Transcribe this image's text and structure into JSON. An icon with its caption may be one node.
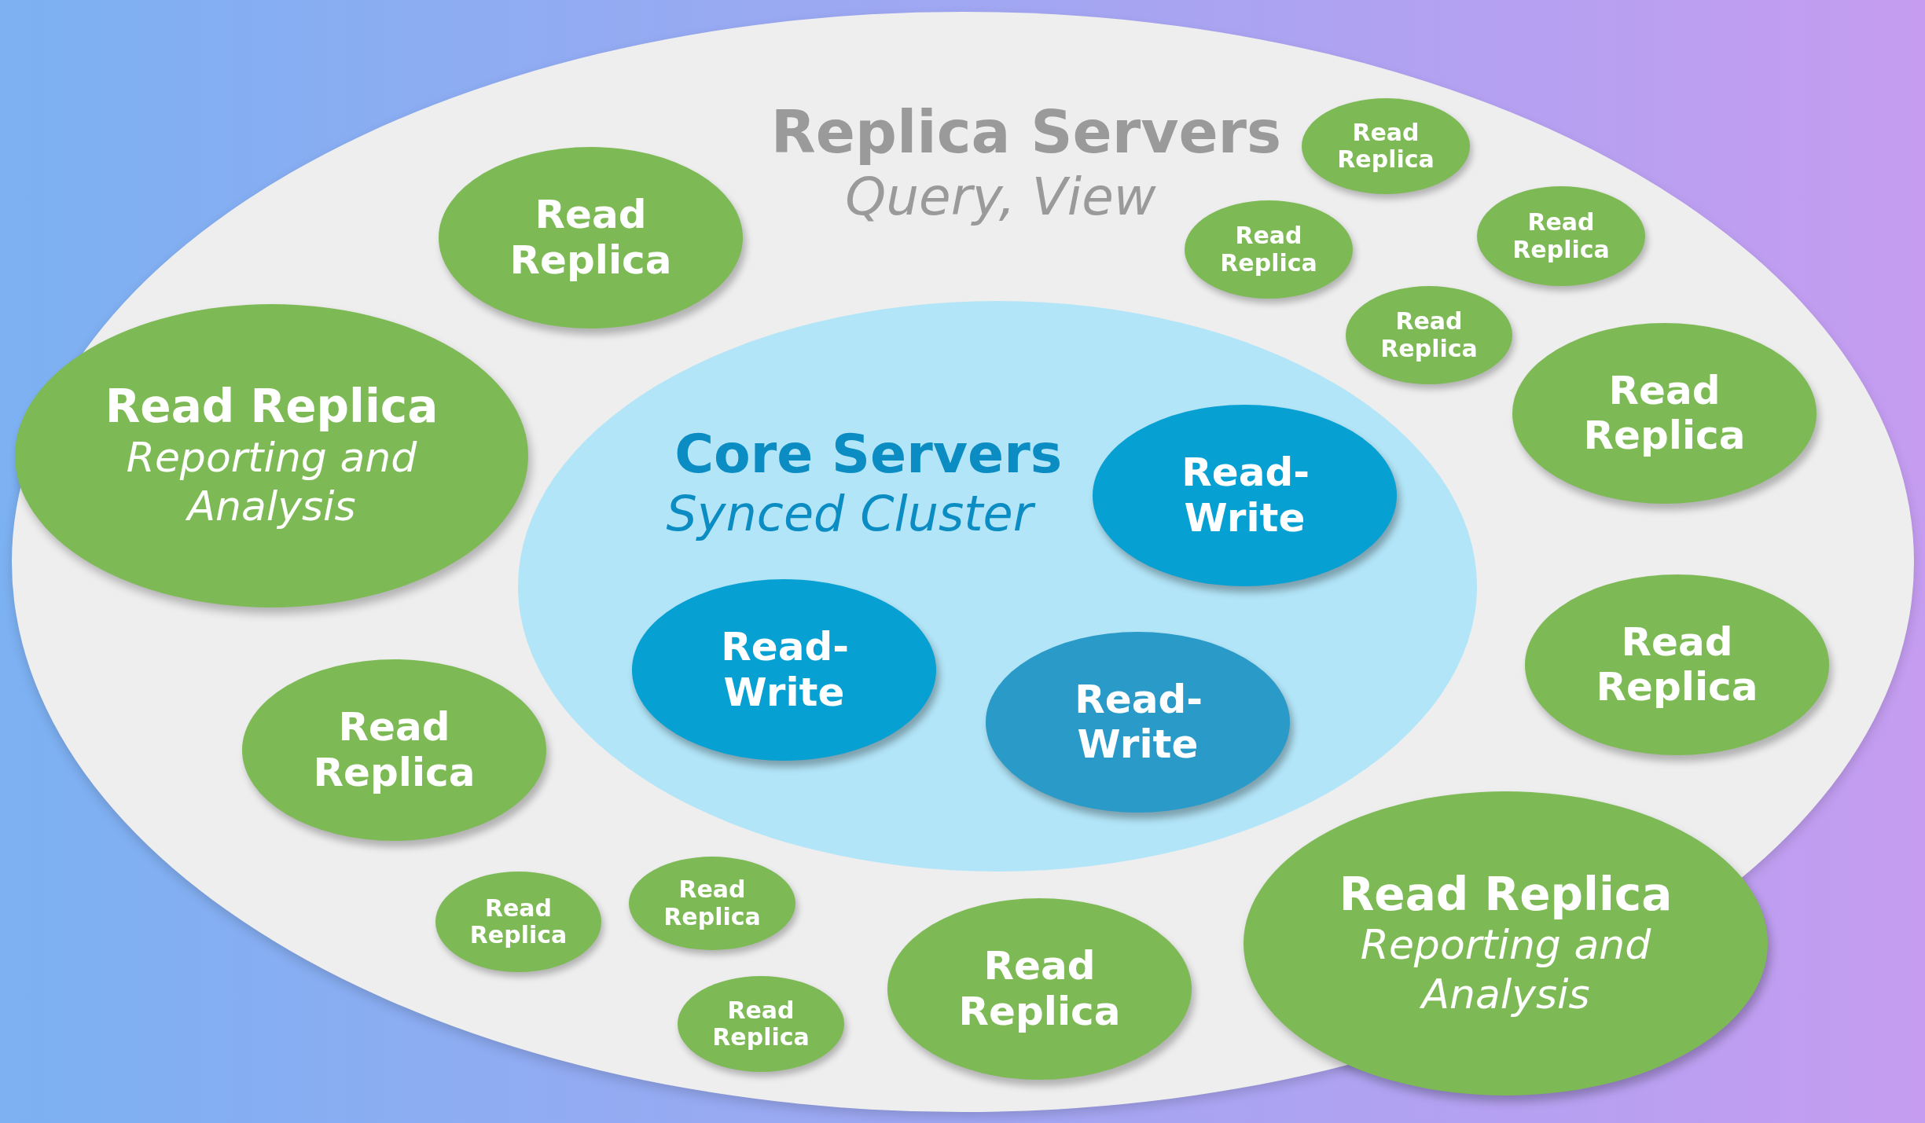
{
  "diagram": {
    "nodes": [
      {
        "text": [
          "Replica Servers",
          "Query, View"
        ]
      },
      {
        "text": [
          "Read Replica"
        ],
        "in": 0
      },
      {
        "text": [
          "Read Replica"
        ],
        "in": 0
      },
      {
        "text": [
          "Read Replica"
        ],
        "in": 0
      },
      {
        "text": [
          "Read Replica"
        ],
        "in": 0
      },
      {
        "text": [
          "Read Replica"
        ],
        "in": 0
      },
      {
        "text": [
          "Read Replica",
          "Reporting and Analysis"
        ],
        "in": 0
      },
      {
        "text": [
          "Core Servers",
          "Synced Cluster"
        ],
        "in": 0
      },
      {
        "text": [
          "Read-Write"
        ],
        "in": 7
      },
      {
        "text": [
          "Read-Write"
        ],
        "in": 7
      },
      {
        "text": [
          "Read-Write"
        ],
        "in": 7
      },
      {
        "text": [
          "Read Replica"
        ],
        "in": 0
      },
      {
        "text": [
          "Read Replica"
        ],
        "in": 0
      },
      {
        "text": [
          "Read Replica"
        ],
        "in": 0
      },
      {
        "text": [
          "Read Replica"
        ],
        "in": 0
      },
      {
        "text": [
          "Read Replica"
        ],
        "in": 0
      },
      {
        "text": [
          "Read Replica"
        ],
        "in": 0
      },
      {
        "text": [
          "Read Replica"
        ],
        "in": 0
      },
      {
        "text": [
          "Read Replica",
          "Reporting and Analysis"
        ],
        "in": 0
      }
    ]
  }
}
